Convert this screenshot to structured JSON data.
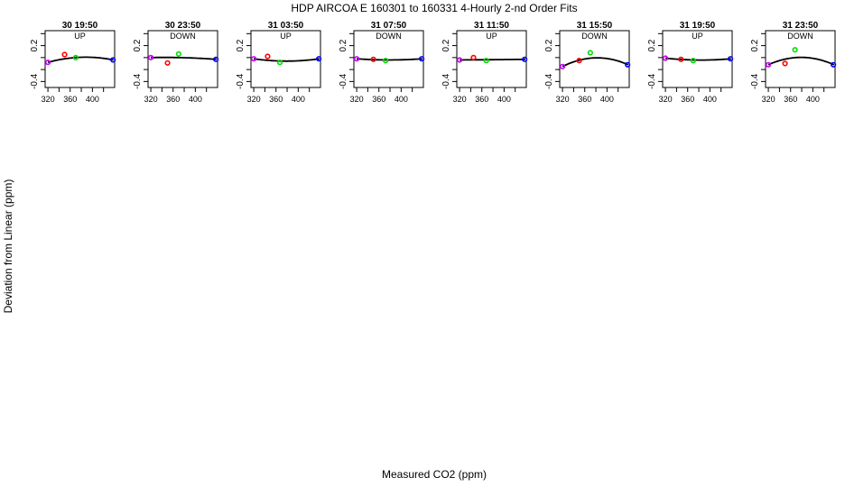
{
  "chart_data": {
    "type": "scatter",
    "title": "HDP   AIRCOA E   160301 to 160331   4-Hourly 2-nd Order Fits",
    "xlabel": "Measured CO2 (ppm)",
    "ylabel": "Deviation from Linear (ppm)",
    "xlim": [
      315,
      440
    ],
    "ylim": [
      -0.5,
      0.45
    ],
    "xticks": [
      320,
      340,
      360,
      380,
      400,
      420
    ],
    "xtick_labels": [
      "320",
      "360",
      "400"
    ],
    "xtick_labeled_values": [
      320,
      360,
      400
    ],
    "yticks": [
      0.4,
      0.2,
      0.0,
      -0.2,
      -0.4
    ],
    "ytick_labels": [
      "0.2",
      "-0.4"
    ],
    "ytick_labeled_values": [
      0.2,
      -0.4
    ],
    "grid": false,
    "point_colors": [
      "#cc00ff",
      "#ff0000",
      "#00dd00",
      "#0000ff"
    ],
    "panels": [
      {
        "label": "30 19:50",
        "direction": "UP",
        "points": [
          [
            320,
            -0.08
          ],
          [
            350,
            0.05
          ],
          [
            370,
            0.0
          ],
          [
            437,
            -0.04
          ]
        ],
        "fit": [
          -0.14,
          0.007,
          0.2
        ]
      },
      {
        "label": "30 23:50",
        "direction": "DOWN",
        "points": [
          [
            320,
            0.0
          ],
          [
            350,
            -0.09
          ],
          [
            370,
            0.06
          ],
          [
            437,
            -0.03
          ]
        ],
        "fit": [
          -0.02,
          0.0012,
          0.04
        ]
      },
      {
        "label": "31 03:50",
        "direction": "UP",
        "points": [
          [
            320,
            -0.02
          ],
          [
            345,
            0.02
          ],
          [
            367,
            -0.08
          ],
          [
            437,
            -0.02
          ]
        ],
        "fit": [
          0.0,
          -0.004,
          -0.12
        ]
      },
      {
        "label": "31 07:50",
        "direction": "DOWN",
        "points": [
          [
            320,
            -0.02
          ],
          [
            350,
            -0.03
          ],
          [
            372,
            -0.05
          ],
          [
            437,
            -0.02
          ]
        ],
        "fit": [
          0.0,
          -0.002,
          -0.06
        ]
      },
      {
        "label": "31 11:50",
        "direction": "UP",
        "points": [
          [
            320,
            -0.04
          ],
          [
            345,
            0.0
          ],
          [
            368,
            -0.05
          ],
          [
            437,
            -0.03
          ]
        ],
        "fit": [
          -0.03,
          0.0,
          0.0
        ]
      },
      {
        "label": "31 15:50",
        "direction": "DOWN",
        "points": [
          [
            320,
            -0.15
          ],
          [
            350,
            -0.05
          ],
          [
            370,
            0.08
          ],
          [
            437,
            -0.12
          ]
        ],
        "fit": [
          -0.16,
          0.014,
          0.4
        ]
      },
      {
        "label": "31 19:50",
        "direction": "UP",
        "points": [
          [
            320,
            -0.01
          ],
          [
            348,
            -0.03
          ],
          [
            370,
            -0.05
          ],
          [
            437,
            -0.02
          ]
        ],
        "fit": [
          0.0,
          -0.0025,
          -0.08
        ]
      },
      {
        "label": "31 23:50",
        "direction": "DOWN",
        "points": [
          [
            320,
            -0.12
          ],
          [
            350,
            -0.1
          ],
          [
            368,
            0.13
          ],
          [
            437,
            -0.12
          ]
        ],
        "fit": [
          -0.14,
          0.013,
          0.38
        ]
      }
    ]
  }
}
